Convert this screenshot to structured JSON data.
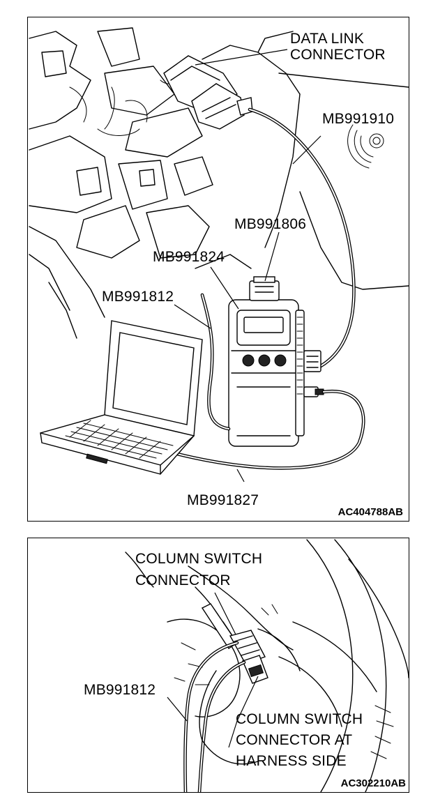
{
  "top_panel": {
    "labels": {
      "data_link_line1": "DATA LINK",
      "data_link_line2": "CONNECTOR",
      "mb991910": "MB991910",
      "mb991806": "MB991806",
      "mb991824": "MB991824",
      "mb991812": "MB991812",
      "mb991827": "MB991827"
    },
    "code": "AC404788AB"
  },
  "bottom_panel": {
    "labels": {
      "column_switch_line1": "COLUMN SWITCH",
      "column_switch_line2": "CONNECTOR",
      "mb991812": "MB991812",
      "harness_line1": "COLUMN SWITCH",
      "harness_line2": "CONNECTOR AT",
      "harness_line3": "HARNESS SIDE"
    },
    "code": "AC302210AB"
  }
}
